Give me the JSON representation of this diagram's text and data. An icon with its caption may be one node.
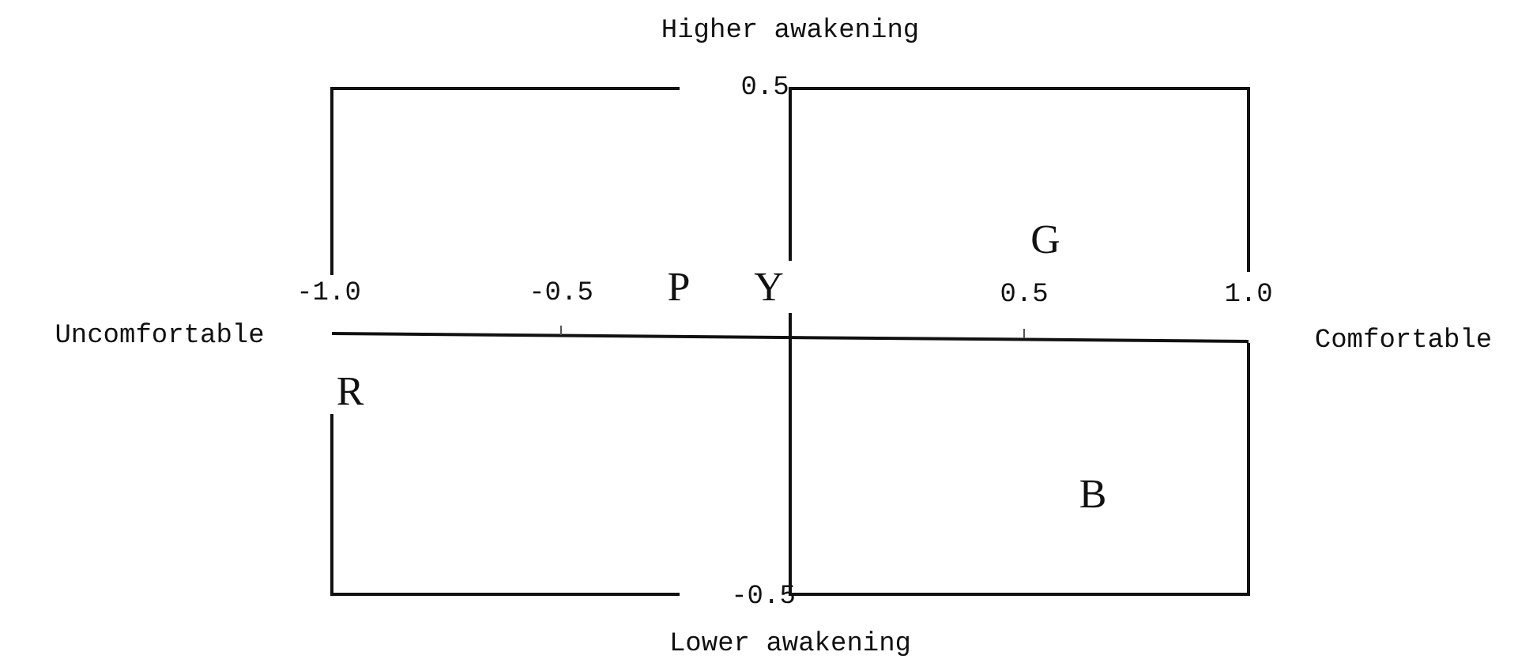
{
  "diagram": {
    "labels": [
      "Higher awakening",
      "0.5",
      "G",
      "-1.0",
      "-0.5",
      "P",
      "Y",
      "0.5",
      "1.0",
      "Uncomfortable",
      "Comfortable",
      "R",
      "B",
      "-0.5",
      "Lower awakening"
    ]
  }
}
